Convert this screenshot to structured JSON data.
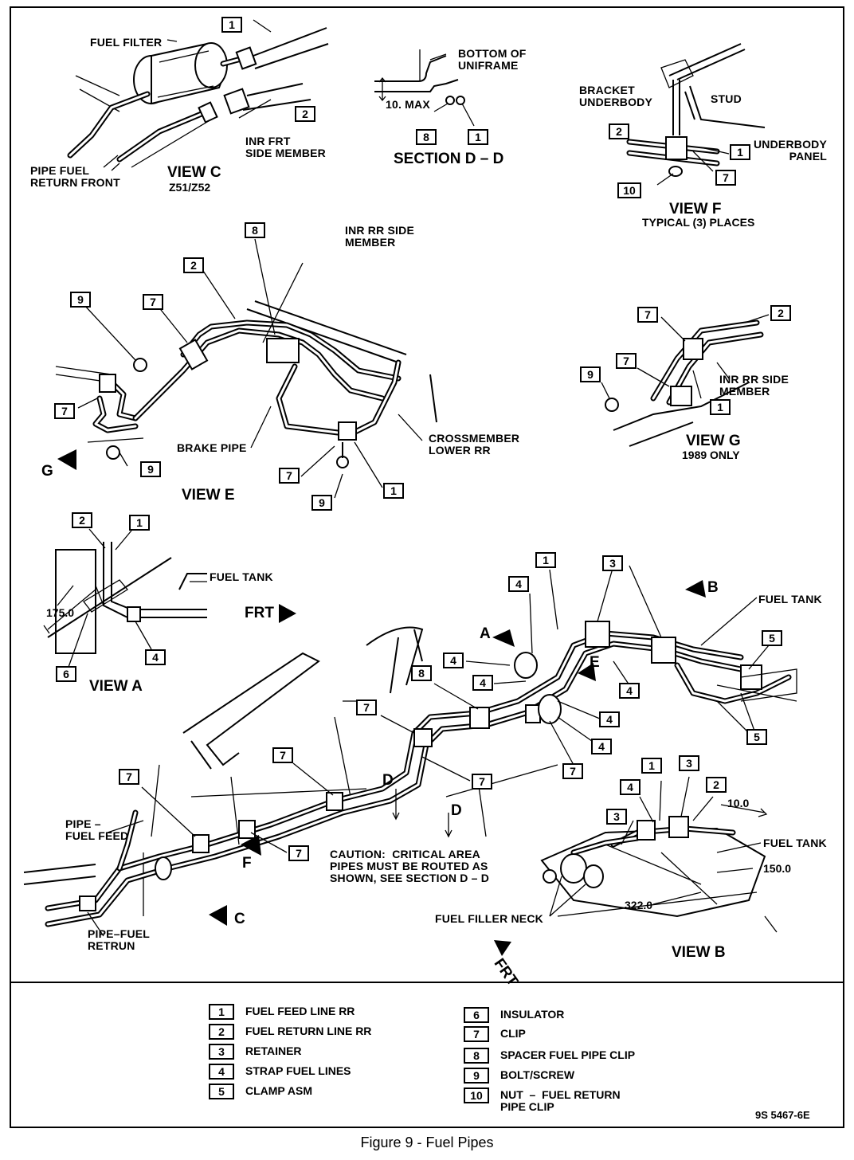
{
  "caption": "Figure 9 - Fuel Pipes",
  "figure_code": "9S 5467-6E",
  "views": {
    "c": {
      "title": "VIEW C",
      "sub": "Z51/Z52"
    },
    "section_dd": {
      "title": "SECTION D – D"
    },
    "f": {
      "title": "VIEW F",
      "sub": "TYPICAL (3) PLACES"
    },
    "e": {
      "title": "VIEW E"
    },
    "g": {
      "title": "VIEW G",
      "sub": "1989 ONLY"
    },
    "a": {
      "title": "VIEW A"
    },
    "b": {
      "title": "VIEW B"
    }
  },
  "labels": {
    "fuel_filter": "FUEL FILTER",
    "inr_frt_side_member": "INR FRT\nSIDE MEMBER",
    "pipe_fuel_return_front": "PIPE FUEL\nRETURN FRONT",
    "bottom_of_uniframe": "BOTTOM OF\nUNIFRAME",
    "ten_max": "10. MAX",
    "bracket_underbody": "BRACKET\nUNDERBODY",
    "stud": "STUD",
    "underbody_panel": "UNDERBODY\nPANEL",
    "inr_rr_side_member_e": "INR RR SIDE\nMEMBER",
    "inr_rr_side_member_g": "INR RR SIDE\nMEMBER",
    "brake_pipe": "BRAKE PIPE",
    "crossmember_lower_rr": "CROSSMEMBER\nLOWER RR",
    "fuel_tank_a": "FUEL TANK",
    "fuel_tank_main": "FUEL TANK",
    "fuel_tank_b": "FUEL TANK",
    "frt": "FRT",
    "frt_b": "FRT",
    "pipe_fuel_feed": "PIPE –\nFUEL FEED",
    "pipe_fuel_retrun": "PIPE–FUEL\nRETRUN",
    "caution": "CAUTION:  CRITICAL AREA\nPIPES MUST BE ROUTED AS\nSHOWN, SEE SECTION D – D",
    "fuel_filler_neck": "FUEL FILLER NECK",
    "dim_175": "175.0",
    "dim_10": "10.0",
    "dim_150": "150.0",
    "dim_322": "322.0",
    "arrow_a": "A",
    "arrow_b": "B",
    "arrow_c": "C",
    "arrow_d1": "D",
    "arrow_d2": "D",
    "arrow_e": "E",
    "arrow_f": "F",
    "arrow_g": "G"
  },
  "callouts": {
    "c1": "1",
    "c2": "2",
    "s8": "8",
    "s1": "1",
    "f2": "2",
    "f1": "1",
    "f7": "7",
    "f10": "10",
    "e8": "8",
    "e2": "2",
    "e9a": "9",
    "e7a": "7",
    "e7b": "7",
    "e9b": "9",
    "e7c": "7",
    "e9c": "9",
    "e1": "1",
    "g7a": "7",
    "g2": "2",
    "g7b": "7",
    "g9": "9",
    "g1": "1",
    "a2": "2",
    "a1": "1",
    "a4": "4",
    "a6": "6",
    "m1": "1",
    "m3": "3",
    "m4a": "4",
    "m5a": "5",
    "m4b": "4",
    "m4c": "4",
    "m8": "8",
    "m4d": "4",
    "m4e": "4",
    "m5b": "5",
    "m7a": "7",
    "m4f": "4",
    "m7b": "7",
    "m7c": "7",
    "m7d": "7",
    "m7e": "7",
    "m7f": "7",
    "b1": "1",
    "b3a": "3",
    "b2": "2",
    "b4": "4",
    "b3b": "3"
  },
  "legend": [
    {
      "num": "1",
      "text": "FUEL FEED LINE RR"
    },
    {
      "num": "2",
      "text": "FUEL RETURN LINE RR"
    },
    {
      "num": "3",
      "text": "RETAINER"
    },
    {
      "num": "4",
      "text": "STRAP FUEL LINES"
    },
    {
      "num": "5",
      "text": "CLAMP ASM"
    },
    {
      "num": "6",
      "text": "INSULATOR"
    },
    {
      "num": "7",
      "text": "CLIP"
    },
    {
      "num": "8",
      "text": "SPACER FUEL PIPE CLIP"
    },
    {
      "num": "9",
      "text": "BOLT/SCREW"
    },
    {
      "num": "10",
      "text": "NUT  –  FUEL RETURN\nPIPE CLIP"
    }
  ]
}
